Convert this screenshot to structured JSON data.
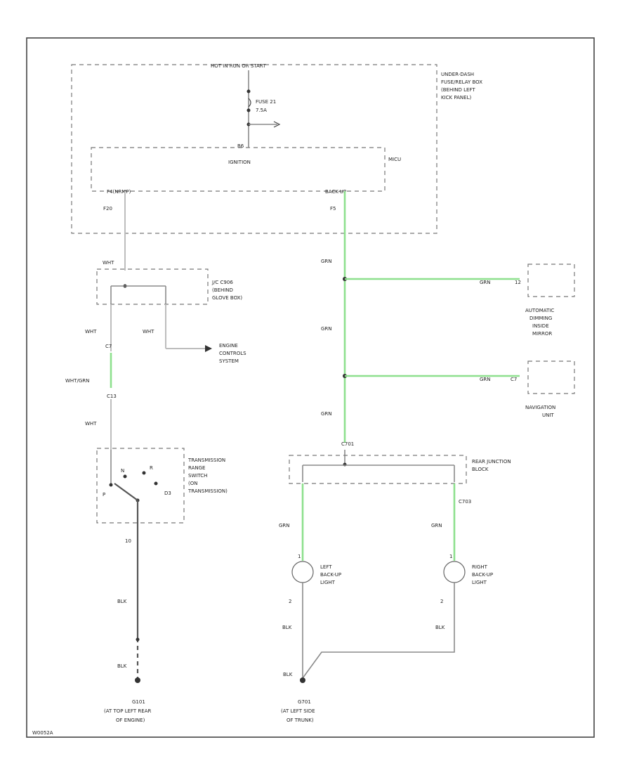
{
  "labels": {
    "hot_run_start": "HOT IN RUN OR START",
    "underdash_box": [
      "UNDER-DASH",
      "FUSE/RELAY BOX",
      "(BEHIND LEFT",
      "KICK PANEL)"
    ],
    "fuse": [
      "FUSE 21",
      "7.5A"
    ],
    "ignition": "IGNITION",
    "micu": "MICU",
    "fuse_pin": "B6",
    "micu_left_pin": "F4(NRMP)",
    "micu_right_pin": "BACK-UP",
    "f_left": "F20",
    "f_right": "F5",
    "jc_box": [
      "J/C C906",
      "(BEHIND",
      "GLOVE BOX)"
    ],
    "engine_controls": [
      "ENGINE",
      "CONTROLS",
      "SYSTEM"
    ],
    "auto_dimming": [
      "AUTOMATIC",
      "DIMMING",
      "INSIDE",
      "MIRROR"
    ],
    "navigation": [
      "NAVIGATION",
      "UNIT"
    ],
    "transmission": [
      "TRANSMISSION",
      "RANGE",
      "SWITCH",
      "(ON",
      "TRANSMISSION)"
    ],
    "rear_junction": [
      "REAR JUNCTION",
      "BLOCK"
    ],
    "left_backup": [
      "LEFT",
      "BACK-UP",
      "LIGHT"
    ],
    "right_backup": [
      "RIGHT",
      "BACK-UP",
      "LIGHT"
    ],
    "ground_left": [
      "G101",
      "(AT TOP LEFT REAR",
      "OF ENGINE)"
    ],
    "ground_right": [
      "G701",
      "(AT LEFT SIDE",
      "OF TRUNK)"
    ],
    "code": "W0052A"
  },
  "wires": {
    "wht1": "WHT",
    "wht2": "WHT",
    "wht3": "WHT",
    "wht_grn": "WHT/GRN",
    "wht4": "WHT",
    "grn1": "GRN",
    "grn2": "GRN",
    "grn3": "GRN",
    "grn_mirror": "GRN",
    "grn_nav": "GRN",
    "grn_left": "GRN",
    "grn_right": "GRN",
    "blk1": "BLK",
    "blk2": "BLK",
    "blk3": "BLK",
    "blk4": "BLK",
    "blk5": "BLK"
  },
  "pins": {
    "c7": "C7",
    "c13": "C13",
    "pin10": "10",
    "pin2l": "2",
    "pin2r": "2",
    "pin1l": "1",
    "pin1r": "1",
    "c701": "C701",
    "c703": "C703",
    "mirror_pin": "12",
    "nav_pin": "C7",
    "sw_p": "P",
    "sw_d3": "D3",
    "sw_n": "N",
    "sw_r": "R"
  }
}
